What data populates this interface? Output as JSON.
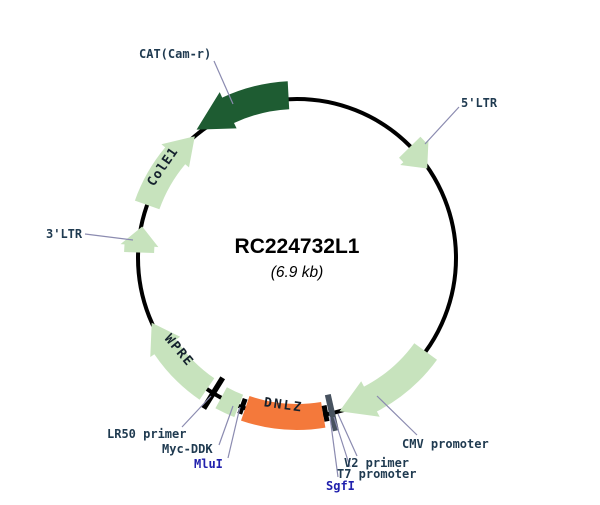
{
  "plasmid": {
    "name": "RC224732L1",
    "size": "(6.9 kb)"
  },
  "features": {
    "cat": {
      "label": "CAT(Cam-r)"
    },
    "ltr5": {
      "label": "5'LTR"
    },
    "cmv": {
      "label": "CMV promoter"
    },
    "v2": {
      "label": "V2 primer"
    },
    "t7": {
      "label": "T7 promoter"
    },
    "dnlz": {
      "label": "DNLZ"
    },
    "myc_ddk": {
      "label": "Myc-DDK"
    },
    "lr50": {
      "label": "LR50 primer"
    },
    "wpre": {
      "label": "WPRE"
    },
    "ltr3": {
      "label": "3'LTR"
    },
    "cole1": {
      "label": "ColE1"
    }
  },
  "enzymes": {
    "mlui": {
      "label": "MluI"
    },
    "sgfi": {
      "label": "SgfI"
    }
  },
  "colors": {
    "feature_light_green": "#c7e3bd",
    "feature_dark_green": "#1e5c32",
    "feature_orange": "#f4793b",
    "backbone_black": "#000000",
    "callout_line": "#8b8bb0",
    "feature_label_text": "#1f3a50",
    "enzyme_label_text": "#2121ad",
    "junction_tick_dark": "#47525f"
  }
}
